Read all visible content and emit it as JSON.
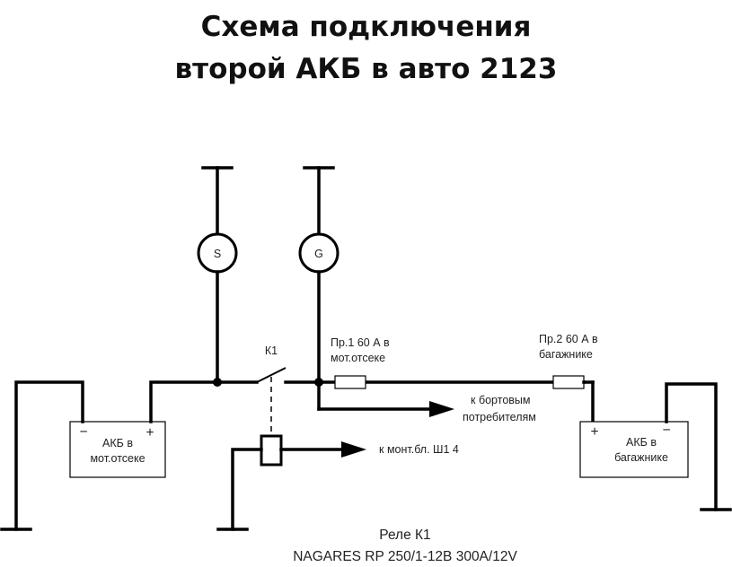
{
  "title": {
    "line1": "Схема подключения",
    "line2": "второй АКБ в авто 2123"
  },
  "starter": {
    "symbol": "S"
  },
  "generator": {
    "symbol": "G"
  },
  "relay_contact": {
    "label": "К1"
  },
  "fuse1": {
    "line1": "Пр.1 60 А в",
    "line2": "мот.отсеке"
  },
  "fuse2": {
    "line1": "Пр.2 60 А в",
    "line2": "багажнике"
  },
  "consumers": {
    "line1": "к бортовым",
    "line2": "потребителям"
  },
  "relay_coil_out": {
    "label": "к монт.бл. Ш1 4"
  },
  "battery_engine": {
    "line1": "АКБ в",
    "line2": "мот.отсеке",
    "minus": "−",
    "plus": "+"
  },
  "battery_trunk": {
    "line1": "АКБ в",
    "line2": "багажнике",
    "minus": "−",
    "plus": "+"
  },
  "relay_caption": {
    "line1": "Реле К1",
    "line2": "NAGARES RP 250/1-12В 300А/12V"
  }
}
